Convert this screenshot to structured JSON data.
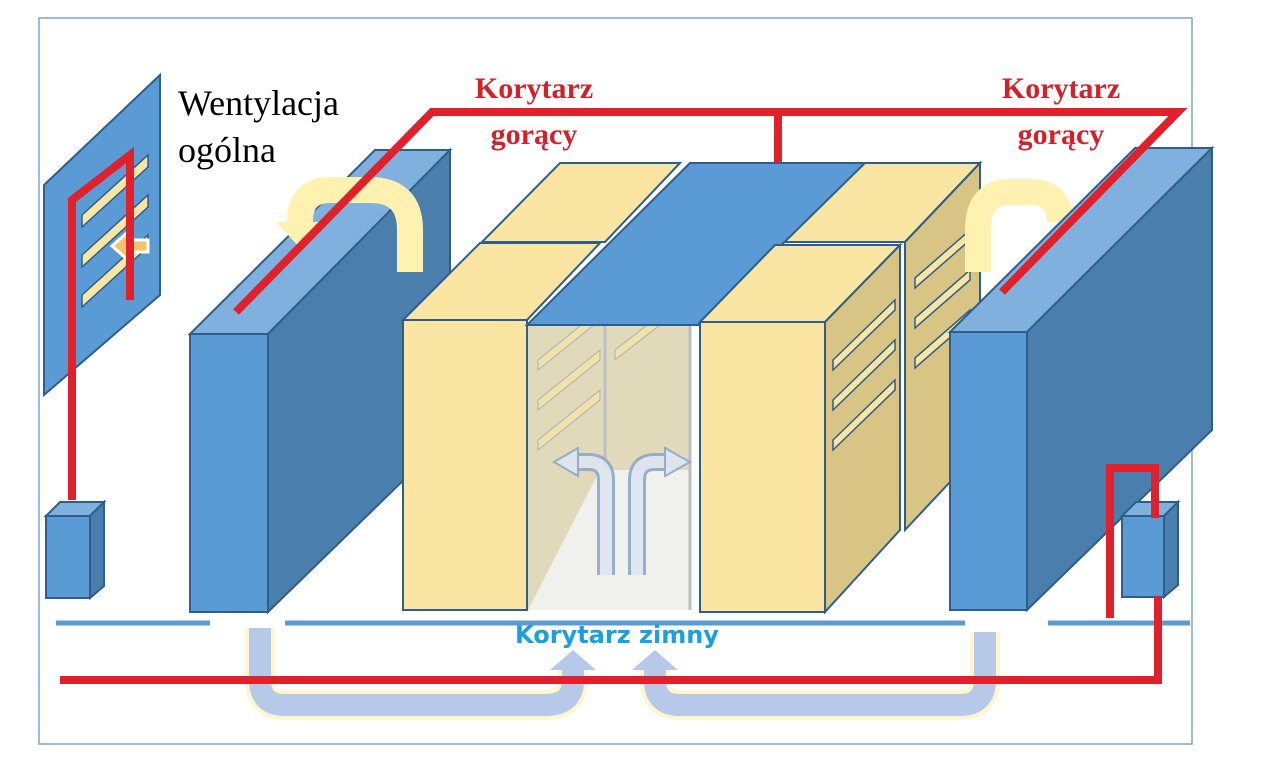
{
  "labels": {
    "general_ventilation_line1": "Wentylacja",
    "general_ventilation_line2": "ogólna",
    "hot_aisle_left_line1": "Korytarz",
    "hot_aisle_left_line2": "gorący",
    "hot_aisle_right_line1": "Korytarz",
    "hot_aisle_right_line2": "gorący",
    "cold_aisle": "Korytarz zimny"
  },
  "colors": {
    "hot_duct": "#e0202a",
    "hot_label": "#d42028",
    "cold_label": "#1aa0e0",
    "unit_front": "#5b9bd5",
    "unit_side": "#4a7fad",
    "unit_top": "#7fb0de",
    "rack_front": "#fae6a2",
    "rack_side": "#d8c586",
    "outline": "#2e5f8a",
    "floor_line": "#5b9bd5",
    "cold_air": "#b7c9e8",
    "warm_air": "#fff1b0"
  }
}
